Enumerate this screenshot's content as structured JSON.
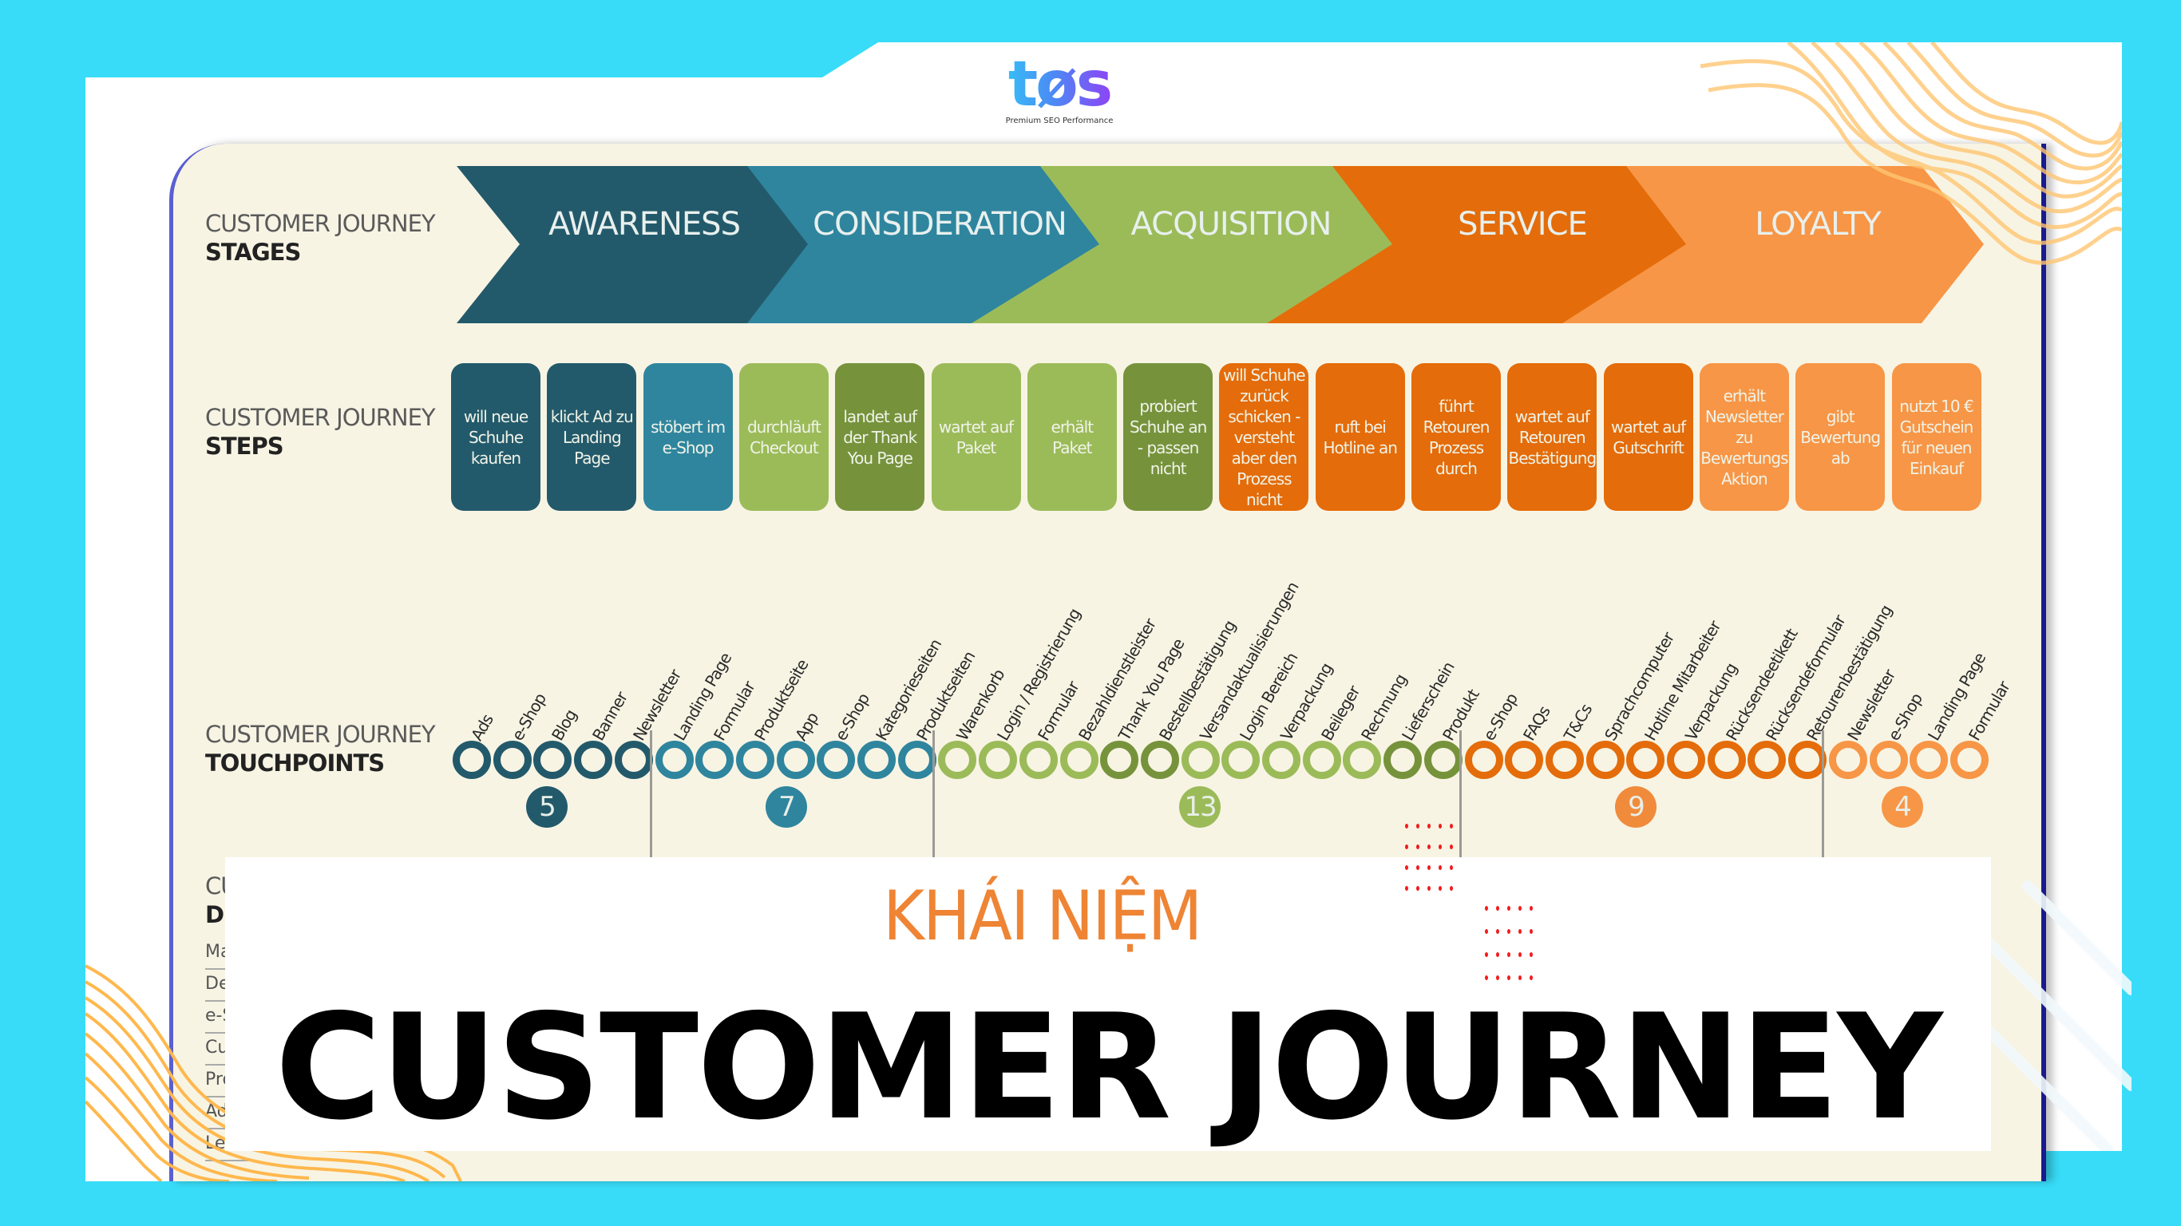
{
  "logo": {
    "wordmark": "tøs",
    "tagline": "Premium SEO Performance"
  },
  "colors": {
    "background": "#38DCF8",
    "card": "#FFFFFF",
    "panel": "#F8F4E4",
    "awareness": "#235A6B",
    "consideration": "#2F859E",
    "acquisition": "#9BBB59",
    "acquisition_dark": "#76933C",
    "service": "#E46C0A",
    "loyalty": "#F79646",
    "khai_niem": "#EE8434",
    "title": "#000000",
    "wave": "#FFC672"
  },
  "row_labels": {
    "stages": {
      "prefix": "CUSTOMER JOURNEY",
      "name": "STAGES"
    },
    "steps": {
      "prefix": "CUSTOMER JOURNEY",
      "name": "STEPS"
    },
    "touchpoints": {
      "prefix": "CUSTOMER JOURNEY",
      "name": "TOUCHPOINTS"
    },
    "departments_partial": {
      "prefix": "CU",
      "name": "DI"
    }
  },
  "stages": [
    {
      "label": "AWARENESS",
      "color": "#235A6B",
      "touchpoint_count": "5"
    },
    {
      "label": "CONSIDERATION",
      "color": "#2F859E",
      "touchpoint_count": "7"
    },
    {
      "label": "ACQUISITION",
      "color": "#9BBB59",
      "touchpoint_count": "13"
    },
    {
      "label": "SERVICE",
      "color": "#E46C0A",
      "touchpoint_count": "9"
    },
    {
      "label": "LOYALTY",
      "color": "#F79646",
      "touchpoint_count": "4"
    }
  ],
  "steps": [
    {
      "text": "will neue Schuhe kaufen",
      "color": "#235A6B"
    },
    {
      "text": "klickt Ad zu Landing Page",
      "color": "#235A6B"
    },
    {
      "text": "stöbert im e-Shop",
      "color": "#2F859E"
    },
    {
      "text": "durchläuft Checkout",
      "color": "#9BBB59"
    },
    {
      "text": "landet auf der Thank You Page",
      "color": "#76933C"
    },
    {
      "text": "wartet auf Paket",
      "color": "#9BBB59"
    },
    {
      "text": "erhält Paket",
      "color": "#9BBB59"
    },
    {
      "text": "probiert Schuhe an - passen nicht",
      "color": "#76933C"
    },
    {
      "text": "will Schuhe zurück schicken - versteht aber den Prozess nicht",
      "color": "#E46C0A"
    },
    {
      "text": "ruft bei Hotline an",
      "color": "#E46C0A"
    },
    {
      "text": "führt Retouren Prozess durch",
      "color": "#E46C0A"
    },
    {
      "text": "wartet auf Retouren Bestätigung",
      "color": "#E46C0A"
    },
    {
      "text": "wartet auf Gutschrift",
      "color": "#E46C0A"
    },
    {
      "text": "erhält Newsletter zu Bewertungs Aktion",
      "color": "#F79646"
    },
    {
      "text": "gibt Bewertung ab",
      "color": "#F79646"
    },
    {
      "text": "nutzt 10 € Gutschein für neuen Einkauf",
      "color": "#F79646"
    }
  ],
  "touchpoints": [
    {
      "label": "Ads",
      "color": "#235A6B"
    },
    {
      "label": "e-Shop",
      "color": "#235A6B"
    },
    {
      "label": "Blog",
      "color": "#235A6B"
    },
    {
      "label": "Banner",
      "color": "#235A6B"
    },
    {
      "label": "Newsletter",
      "color": "#235A6B"
    },
    {
      "label": "Landing Page",
      "color": "#2F859E"
    },
    {
      "label": "Formular",
      "color": "#2F859E"
    },
    {
      "label": "Produktseite",
      "color": "#2F859E"
    },
    {
      "label": "App",
      "color": "#2F859E"
    },
    {
      "label": "e-Shop",
      "color": "#2F859E"
    },
    {
      "label": "Kategorieseiten",
      "color": "#2F859E"
    },
    {
      "label": "Produktseiten",
      "color": "#2F859E"
    },
    {
      "label": "Warenkorb",
      "color": "#9BBB59"
    },
    {
      "label": "Login / Registrierung",
      "color": "#9BBB59"
    },
    {
      "label": "Formular",
      "color": "#9BBB59"
    },
    {
      "label": "Bezahldienstleister",
      "color": "#9BBB59"
    },
    {
      "label": "Thank You Page",
      "color": "#76933C"
    },
    {
      "label": "Bestellbestätigung",
      "color": "#76933C"
    },
    {
      "label": "Versandaktualisierungen",
      "color": "#9BBB59"
    },
    {
      "label": "Login Bereich",
      "color": "#9BBB59"
    },
    {
      "label": "Verpackung",
      "color": "#9BBB59"
    },
    {
      "label": "Beileger",
      "color": "#9BBB59"
    },
    {
      "label": "Rechnung",
      "color": "#9BBB59"
    },
    {
      "label": "Lieferschein",
      "color": "#76933C"
    },
    {
      "label": "Produkt",
      "color": "#76933C"
    },
    {
      "label": "e-Shop",
      "color": "#E46C0A"
    },
    {
      "label": "FAQs",
      "color": "#E46C0A"
    },
    {
      "label": "T&Cs",
      "color": "#E46C0A"
    },
    {
      "label": "Sprachcomputer",
      "color": "#E46C0A"
    },
    {
      "label": "Hotline Mitarbeiter",
      "color": "#E46C0A"
    },
    {
      "label": "Verpackung",
      "color": "#E46C0A"
    },
    {
      "label": "Rücksendeetikett",
      "color": "#E46C0A"
    },
    {
      "label": "Rücksendeformular",
      "color": "#E46C0A"
    },
    {
      "label": "Retourenbestätigung",
      "color": "#E46C0A"
    },
    {
      "label": "Newsletter",
      "color": "#F79646"
    },
    {
      "label": "e-Shop",
      "color": "#F79646"
    },
    {
      "label": "Landing Page",
      "color": "#F79646"
    },
    {
      "label": "Formular",
      "color": "#F79646"
    }
  ],
  "partial_department_rows": [
    "Ma",
    "De",
    "e-S",
    "Cu",
    "Pro",
    "Ad",
    "Le"
  ],
  "banner": {
    "subtitle": "KHÁI NIỆM",
    "title": "CUSTOMER JOURNEY"
  }
}
